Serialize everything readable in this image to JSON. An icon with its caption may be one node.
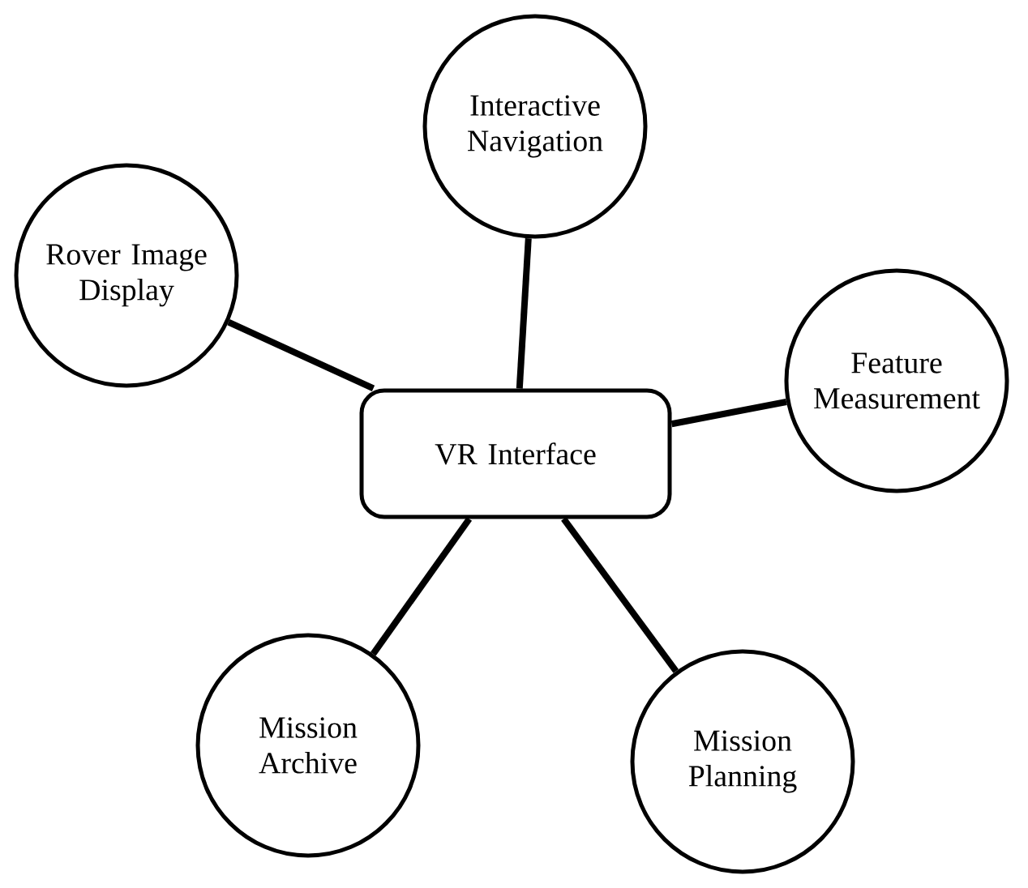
{
  "diagram": {
    "nodes": [
      {
        "text": [
          "Interactive Navigation"
        ]
      },
      {
        "text": [
          "Rover Image Display"
        ]
      },
      {
        "text": [
          "Feature Measurement"
        ]
      },
      {
        "text": [
          "VR Interface"
        ]
      },
      {
        "text": [
          "Mission Archive"
        ]
      },
      {
        "text": [
          "Mission Planning"
        ]
      }
    ],
    "edges": [
      {
        "from": 3,
        "to": 0,
        "arrow": "none"
      },
      {
        "from": 3,
        "to": 1,
        "arrow": "none"
      },
      {
        "from": 3,
        "to": 2,
        "arrow": "none"
      },
      {
        "from": 3,
        "to": 4,
        "arrow": "none"
      },
      {
        "from": 3,
        "to": 5,
        "arrow": "none"
      }
    ]
  }
}
